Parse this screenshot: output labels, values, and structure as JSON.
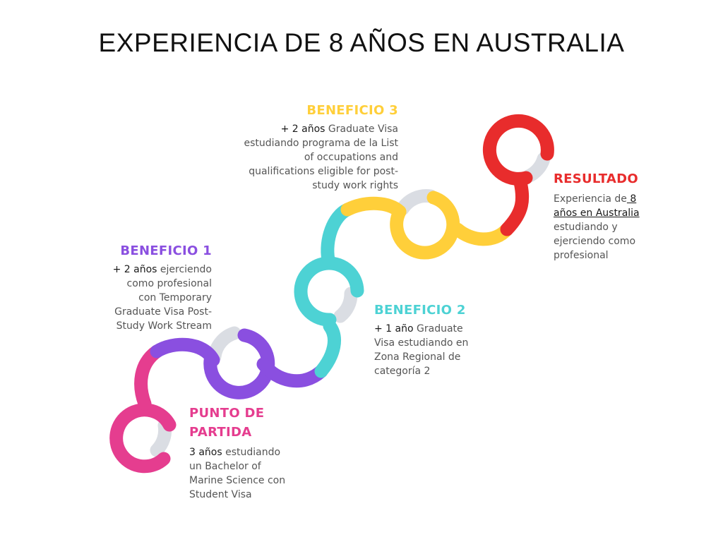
{
  "title": "EXPERIENCIA DE 8 AÑOS EN AUSTRALIA",
  "colors": {
    "pink": "#e53d8f",
    "purple": "#8a4fe0",
    "cyan": "#4dd2d4",
    "yellow": "#ffcf3a",
    "red": "#e82c2c",
    "gray": "#dadde3",
    "text": "#555555",
    "emphasis": "#1a1a1a"
  },
  "steps": {
    "start": {
      "heading_line1": "PUNTO DE",
      "heading_line2": "PARTIDA",
      "emphasis": "3 años",
      "text_line1": " estudiando",
      "text_line2": "un Bachelor of",
      "text_line3": "Marine Science con",
      "text_line4": "Student Visa"
    },
    "benefit1": {
      "heading": "BENEFICIO 1",
      "emphasis": "+ 2 años",
      "text_line1": " ejerciendo",
      "text_line2": "como profesional",
      "text_line3": "con Temporary",
      "text_line4": "Graduate Visa Post-",
      "text_line5": "Study Work Stream"
    },
    "benefit2": {
      "heading": "BENEFICIO 2",
      "emphasis": "+ 1 año",
      "text_line1": " Graduate",
      "text_line2": "Visa estudiando en",
      "text_line3": "Zona Regional de",
      "text_line4": "categoría 2"
    },
    "benefit3": {
      "heading": "BENEFICIO 3",
      "emphasis": "+ 2 años",
      "text_line1": " Graduate Visa",
      "text_line2": "estudiando programa de la List",
      "text_line3": "of occupations and",
      "text_line4": "qualifications eligible for post-",
      "text_line5": "study work rights"
    },
    "result": {
      "heading": "RESULTADO",
      "text_pre": "Experiencia de",
      "emphasis_line1": " 8",
      "emphasis_line2": "años en Australia",
      "text_line3": "estudiando y",
      "text_line4": "ejerciendo como",
      "text_line5": "profesional"
    }
  }
}
